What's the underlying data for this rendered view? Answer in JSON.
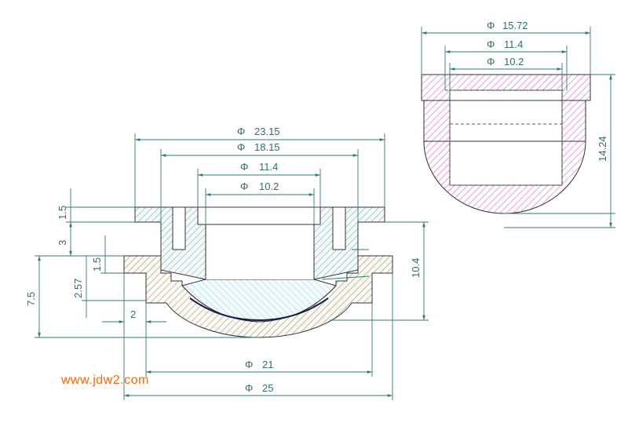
{
  "watermark": "www.jdw2.com",
  "colors": {
    "dimension": "#2e7a7a",
    "seat_part": "#8b8360",
    "cup_part": "#6aa6a8",
    "ball_part": "#9ad3e0",
    "side_view": "#e05ad0",
    "watermark": "#ff6600"
  },
  "side_view": {
    "dims": {
      "d_outer": "15.72",
      "d_mid": "11.4",
      "d_inner": "10.2",
      "height": "14.24"
    }
  },
  "section_view": {
    "dims": {
      "d_cap": "23.15",
      "d_body": "18.15",
      "d_bore": "11.4",
      "d_inner": "10.2",
      "flange_t": "1.5",
      "step": "3",
      "height": "10.4",
      "seat_h": "7.5",
      "seat_step": "2.57",
      "seat_lip": "1.5",
      "offset": "2",
      "d_seat_inner": "21",
      "d_seat_outer": "25"
    },
    "symbols": {
      "diameter": "Φ"
    }
  }
}
